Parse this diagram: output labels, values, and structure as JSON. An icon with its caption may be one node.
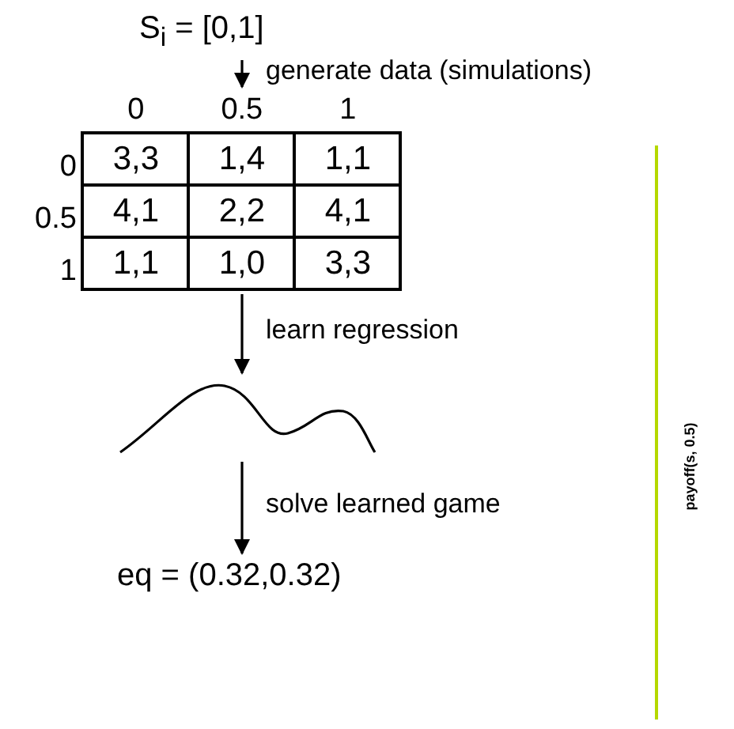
{
  "diagram": {
    "nodes": [
      {
        "text": [
          "S$_{i}$ = [0,1]"
        ]
      },
      {
        "text": [],
        "shape": "box"
      },
      {
        "text": [],
        "shape": "picture"
      },
      {
        "text": [
          "eq = (0.32,0.32)"
        ]
      }
    ],
    "edges": [
      {
        "from": 0,
        "to": 1,
        "arrow": "to",
        "label": "generate data (simulations)"
      },
      {
        "from": 1,
        "to": 2,
        "arrow": "to",
        "label": "learn regression"
      },
      {
        "from": 2,
        "to": 3,
        "arrow": "to",
        "label": "solve learned game"
      }
    ],
    "labels": [
      "0",
      "0.5",
      "1",
      "0",
      "3,3",
      "1,4",
      "1,1",
      "0.5",
      "4,1",
      "2,2",
      "4,1",
      "1",
      "1,1",
      "1,0",
      "3,3",
      "payoff(s, 0.5)"
    ]
  }
}
